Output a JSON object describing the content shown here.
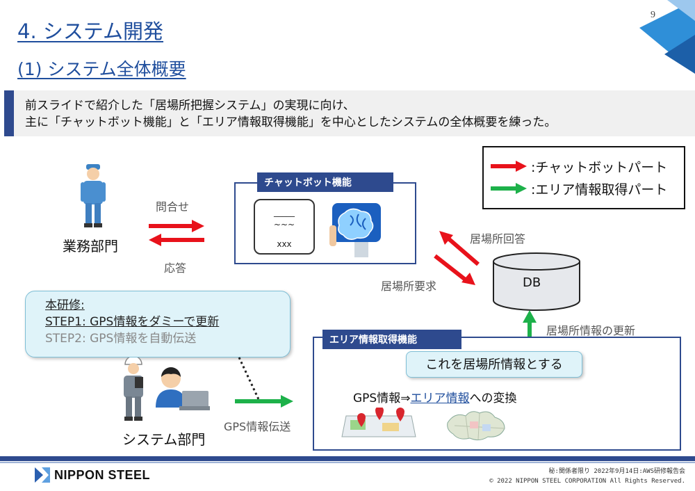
{
  "page": {
    "number": "9"
  },
  "titles": {
    "main": "4. システム開発",
    "sub": "(1) システム全体概要"
  },
  "summary": {
    "line1": "前スライドで紹介した「居場所把握システム」の実現に向け、",
    "line2": "主に「チャットボット機能」と「エリア情報取得機能」を中心としたシステムの全体概要を練った。"
  },
  "legend": {
    "chatbot": ":チャットボットパート",
    "area": ":エリア情報取得パート",
    "chatbot_color": "#e8121b",
    "area_color": "#1db14a"
  },
  "business": {
    "label": "業務部門",
    "inquiry": "問合せ",
    "response": "応答"
  },
  "chatbot": {
    "header": "チャットボット機能",
    "line1": "_____",
    "line2": "~~~",
    "line3": "xxx"
  },
  "db": {
    "label": "DB",
    "answer": "居場所回答",
    "request": "居場所要求",
    "update": "居場所情報の更新"
  },
  "callout": {
    "title": "本研修:",
    "step1": "STEP1: GPS情報をダミーで更新",
    "step2": "STEP2: GPS情報を自動伝送"
  },
  "system": {
    "label": "システム部門",
    "transfer": "GPS情報伝送"
  },
  "area": {
    "header": "エリア情報取得機能",
    "bubble": "これを居場所情報とする",
    "conv_prefix": "GPS情報⇒",
    "conv_link": "エリア情報",
    "conv_suffix": "への変換"
  },
  "footer": {
    "logo": "NIPPON STEEL",
    "note1": "秘:関係者限り 2022年9月14日:AWS研修報告会",
    "note2": "© 2022 NIPPON STEEL CORPORATION All Rights Reserved."
  },
  "colors": {
    "brand": "#2e4a8e",
    "title": "#1f4e9d"
  }
}
